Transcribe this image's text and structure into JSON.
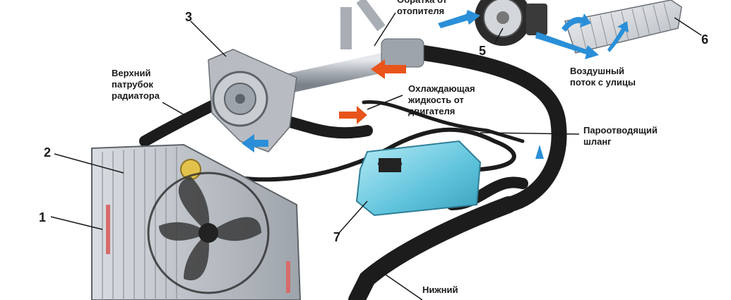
{
  "labels": {
    "return_from_heater": "Обратка от\nотопителя",
    "upper_hose": "Верхний\nпатрубок\nрадиатора",
    "coolant_from_engine": "Охлаждающая\nжидкость от\nдвигателя",
    "steam_hose": "Пароотводящий\nшланг",
    "outside_airflow": "Воздушный\nпоток с улицы",
    "lower_hose": "Нижний"
  },
  "numbers": {
    "n1": "1",
    "n2": "2",
    "n3": "3",
    "n5": "5",
    "n6": "6",
    "n7": "7"
  },
  "colors": {
    "hose": "#1c1c1c",
    "metal": "#b9bdc3",
    "coolant_tank": "#7fd3e6",
    "hot_arrow": "#e8541a",
    "cold_arrow": "#2a8fd8",
    "radiator_fin": "#c7ccd2"
  },
  "icons": {
    "hot_flow": "orange-arrow-icon",
    "cold_flow": "blue-arrow-icon"
  }
}
